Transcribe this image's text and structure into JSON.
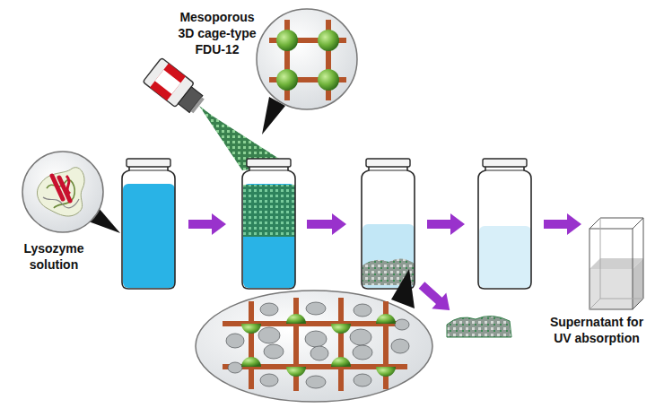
{
  "diagram": {
    "labels": [
      "Mesoporous 3D cage-type FDU-12",
      "Lysozyme solution",
      "Supernatant for UV absorption"
    ]
  }
}
